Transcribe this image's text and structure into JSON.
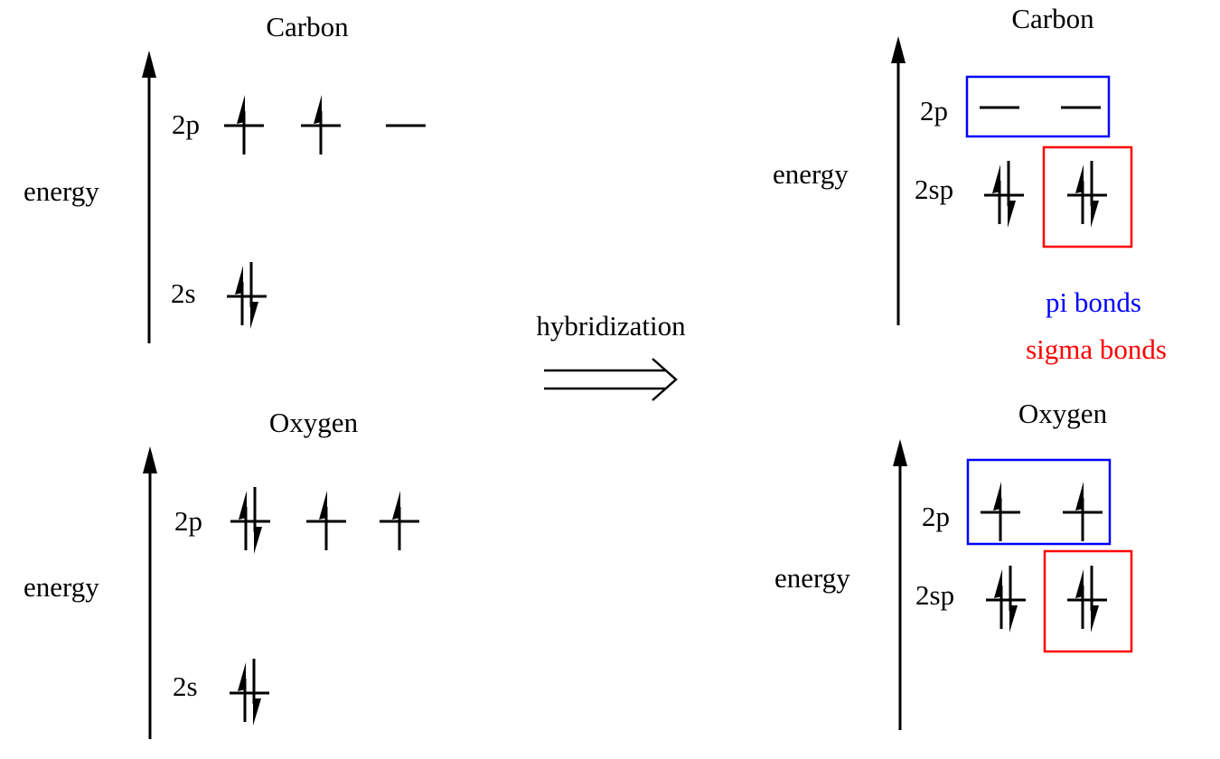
{
  "colors": {
    "ink": "#000000",
    "pi": "#0000ff",
    "sigma": "#ff0000"
  },
  "arrow_label": "hybridization",
  "axis_label": "energy",
  "before": {
    "carbon": {
      "title": "Carbon",
      "levels": [
        {
          "label": "2p",
          "orbitals": [
            1,
            1,
            0
          ]
        },
        {
          "label": "2s",
          "orbitals": [
            2
          ]
        }
      ]
    },
    "oxygen": {
      "title": "Oxygen",
      "levels": [
        {
          "label": "2p",
          "orbitals": [
            2,
            1,
            1
          ]
        },
        {
          "label": "2s",
          "orbitals": [
            2
          ]
        }
      ]
    }
  },
  "after": {
    "carbon": {
      "title": "Carbon",
      "levels": [
        {
          "label": "2p",
          "orbitals": [
            0,
            0
          ],
          "box": "pi"
        },
        {
          "label": "2sp",
          "orbitals": [
            2,
            2
          ],
          "box": "sigma"
        }
      ]
    },
    "oxygen": {
      "title": "Oxygen",
      "levels": [
        {
          "label": "2p",
          "orbitals": [
            1,
            1
          ],
          "box": "pi"
        },
        {
          "label": "2sp",
          "orbitals": [
            2,
            2
          ],
          "box": "sigma"
        }
      ]
    }
  },
  "legend": {
    "pi": "pi bonds",
    "sigma": "sigma bonds"
  }
}
